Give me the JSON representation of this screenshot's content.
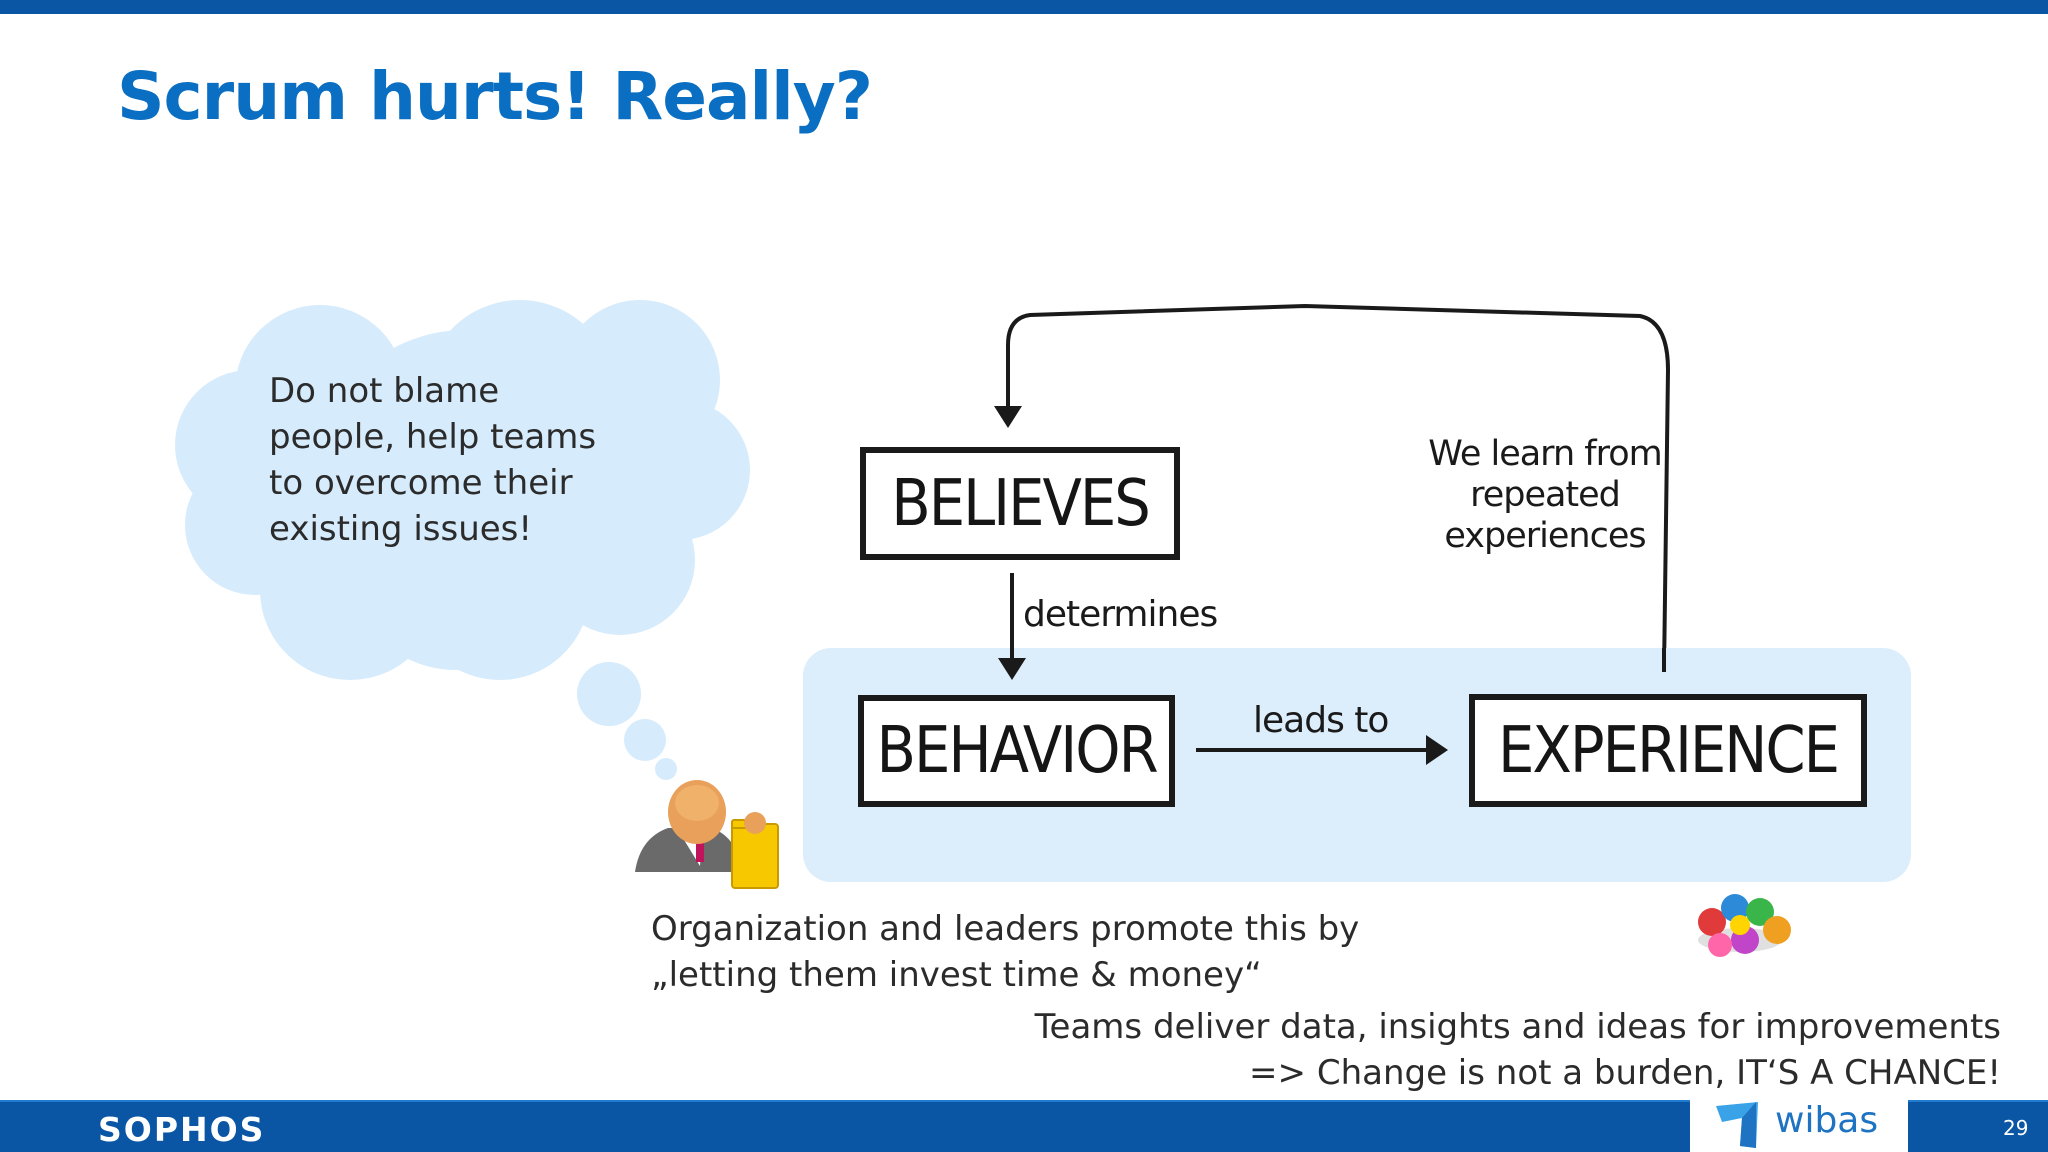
{
  "slide": {
    "title": "Scrum hurts! Really?",
    "page_number": "29"
  },
  "cloud": {
    "lines": [
      "Do not blame",
      "people, help teams",
      "to overcome their",
      "existing issues!"
    ]
  },
  "diagram": {
    "box_believes": "BELIEVES",
    "box_behavior": "BEHAVIOR",
    "box_experience": "EXPERIENCE",
    "label_determines": "determines",
    "label_leads_to": "leads to",
    "label_learn": [
      "We learn from",
      "repeated",
      "experiences"
    ]
  },
  "notes": {
    "org_lines": [
      "Organization and leaders promote this by",
      "„letting them invest time & money“"
    ],
    "teams_lines": [
      "Teams deliver data, insights and ideas for improvements",
      "=> Change is not a burden, IT‘S A CHANCE!"
    ]
  },
  "footer": {
    "brand_left": "SOPHOS",
    "brand_right": "wibas"
  },
  "icons": {
    "manager": "manager-with-folder-icon",
    "team": "team-circle-icon",
    "wibas_logo": "wibas-logo-icon"
  },
  "colors": {
    "accent_blue": "#0a56a5",
    "title_blue": "#0a6fc2",
    "cloud_fill": "#d6ebfc",
    "panel_fill": "#dcedfb"
  }
}
